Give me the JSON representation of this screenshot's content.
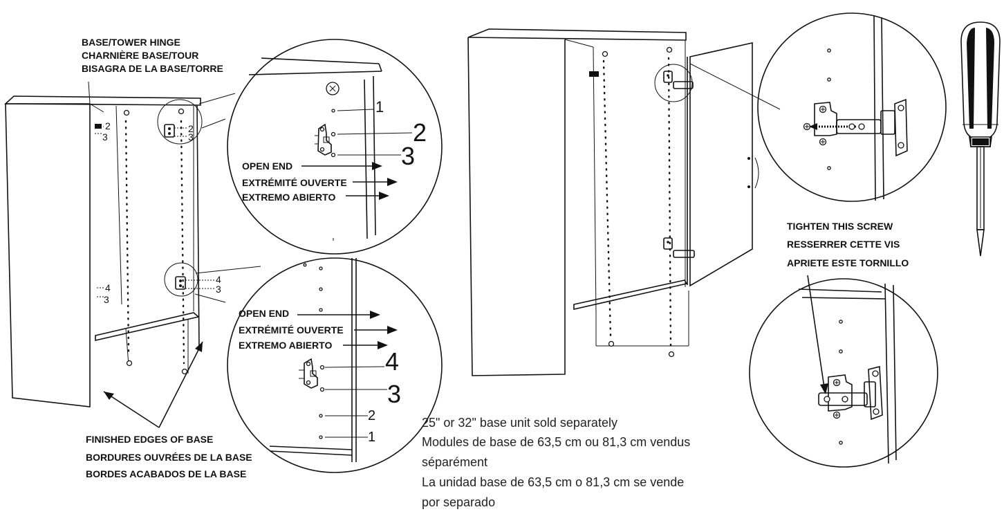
{
  "base_tower_hinge": {
    "title_en": "BASE/TOWER HINGE",
    "title_fr": "CHARNIÈRE BASE/TOUR",
    "title_es": "BISAGRA DE LA BASE/TORRE"
  },
  "open_end": {
    "en": "OPEN END",
    "fr": "EXTRÉMITÉ OUVERTE",
    "es": "EXTREMO ABIERTO"
  },
  "finished_edges": {
    "en": "FINISHED EDGES OF BASE",
    "fr": "BORDURES OUVRÉES DE LA BASE",
    "es": "BORDES ACABADOS DE LA BASE"
  },
  "tighten": {
    "en": "TIGHTEN THIS SCREW",
    "fr": "RESSERRER CETTE VIS",
    "es": "APRIETE ESTE TORNILLO"
  },
  "base_unit_note": {
    "line1": "25\" or 32\" base unit sold separately",
    "line2": "Modules de base de 63,5 cm ou 81,3 cm vendus",
    "line3": "séparément",
    "line4": "La unidad base de 63,5 cm o 81,3 cm se vende",
    "line5": "por separado"
  },
  "hole_numbers": {
    "one": "1",
    "two": "2",
    "three": "3",
    "four": "4"
  }
}
